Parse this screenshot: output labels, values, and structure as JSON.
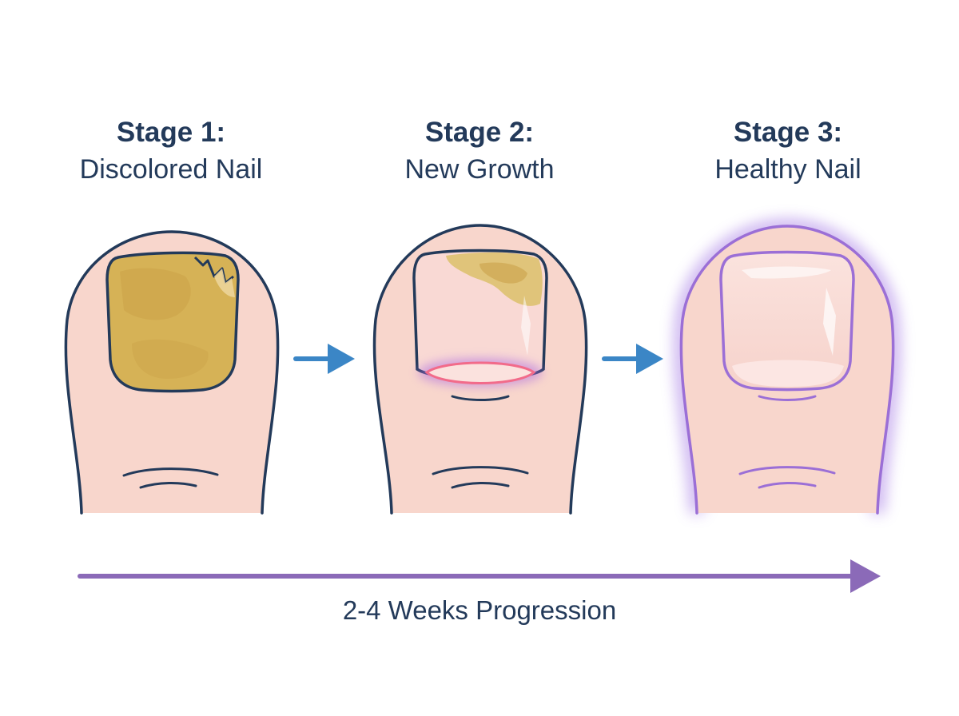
{
  "stages": [
    {
      "label": "Stage 1:",
      "name": "Discolored Nail"
    },
    {
      "label": "Stage 2:",
      "name": "New Growth"
    },
    {
      "label": "Stage 3:",
      "name": "Healthy Nail"
    }
  ],
  "timeline": {
    "caption": "2-4 Weeks Progression"
  },
  "colors": {
    "skin": "#f8d6cc",
    "outline": "#233a5a",
    "discolored_nail": "#d6b256",
    "healthy_nail": "#f9d9d4",
    "new_growth_band": "#f26b8a",
    "glow": "#9b6fd6",
    "step_arrow": "#3b86c6",
    "timeline_arrow": "#8b6ab8"
  }
}
